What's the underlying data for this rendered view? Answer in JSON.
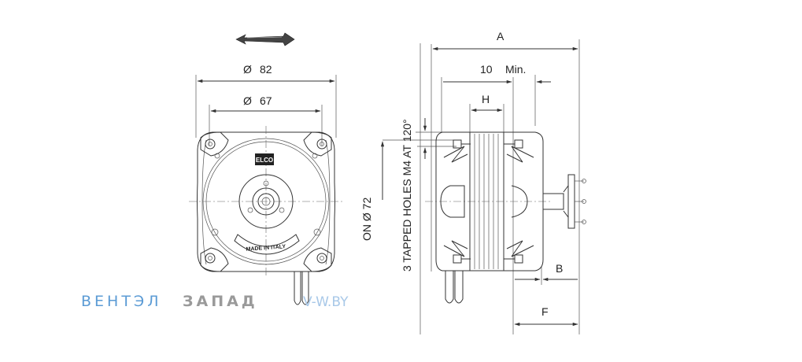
{
  "front_view": {
    "dim_outer": "82",
    "dim_inner": "67",
    "diameter_symbol": "Ø",
    "brand_logo": "ELCO",
    "stamp": "MADE IN ITALY"
  },
  "side_view": {
    "dim_a": "A",
    "dim_10": "10",
    "dim_min": "Min.",
    "dim_h": "H",
    "dim_b": "B",
    "dim_f": "F",
    "note_holes": "3 TAPPED HOLES M4   AT 120°",
    "note_circle": "ON  Ø 72"
  },
  "watermark": {
    "part1": "ВЕНТЭЛ",
    "part2": "ЗАПАД",
    "part3": "V-W.BY"
  },
  "colors": {
    "line": "#333333",
    "watermark_blue": "#5b9bd5",
    "watermark_gray": "#9a9a9a"
  }
}
